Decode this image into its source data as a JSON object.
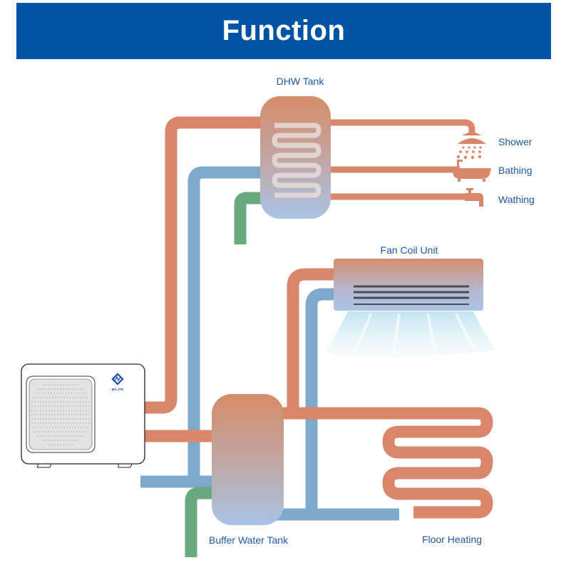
{
  "header": {
    "title": "Function"
  },
  "labels": {
    "dhw_tank": "DHW Tank",
    "shower": "Shower",
    "bathing": "Bathing",
    "wathing": "Wathing",
    "fan_coil_unit": "Fan Coil Unit",
    "buffer_water_tank": "Buffer Water Tank",
    "floor_heating": "Floor Heating",
    "brand": "MA.JTE"
  },
  "colors": {
    "header_bg": "#0154a4",
    "hot_pipe": "#d9866a",
    "cold_pipe": "#7ea9cb",
    "supply_pipe": "#6aa87e",
    "label_text": "#1f5aa0"
  },
  "icons": [
    "shower-icon",
    "bathtub-icon",
    "faucet-icon",
    "heat-pump-logo-icon"
  ]
}
